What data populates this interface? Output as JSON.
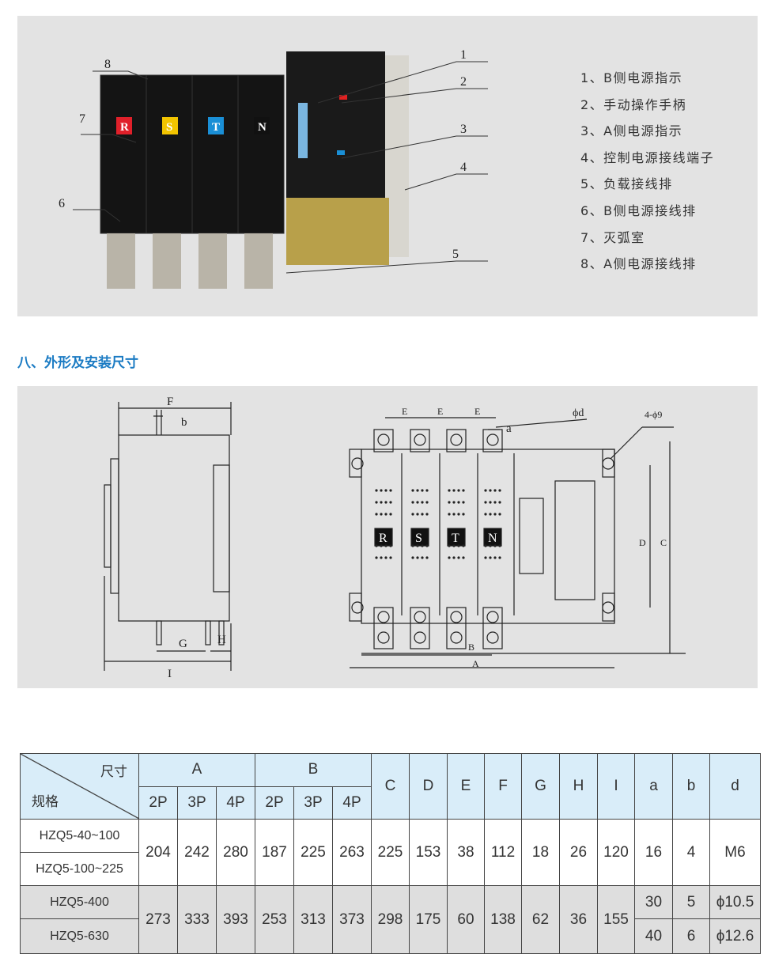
{
  "photo": {
    "callouts": [
      "1",
      "2",
      "3",
      "4",
      "5",
      "6",
      "7",
      "8"
    ],
    "pole_letters": [
      "R",
      "S",
      "T",
      "N"
    ],
    "pole_colors": [
      "#e0202a",
      "#f2c400",
      "#1a8fd6",
      "#111111"
    ]
  },
  "legend": [
    "1、B侧电源指示",
    "2、手动操作手柄",
    "3、A侧电源指示",
    "4、控制电源接线端子",
    "5、负载接线排",
    "6、B侧电源接线排",
    "7、灭弧室",
    "8、A侧电源接线排"
  ],
  "heading": "八、外形及安装尺寸",
  "drawing": {
    "side": {
      "F": "F",
      "b": "b",
      "G": "G",
      "H": "H",
      "I": "I"
    },
    "front": {
      "E": "E",
      "a": "a",
      "phi_d": "ϕd",
      "holes": "4-ϕ9",
      "D": "D",
      "C": "C",
      "B": "B",
      "A": "A",
      "poles": [
        "R",
        "S",
        "T",
        "N"
      ]
    }
  },
  "table": {
    "corner_top": "尺寸",
    "corner_bottom": "规格",
    "group_A": "A",
    "group_B": "B",
    "poles": [
      "2P",
      "3P",
      "4P"
    ],
    "singles": [
      "C",
      "D",
      "E",
      "F",
      "G",
      "H",
      "I",
      "a",
      "b",
      "d"
    ],
    "group1": {
      "models": [
        "HZQ5-40~100",
        "HZQ5-100~225"
      ],
      "values": [
        "204",
        "242",
        "280",
        "187",
        "225",
        "263",
        "225",
        "153",
        "38",
        "112",
        "18",
        "26",
        "120",
        "16",
        "4",
        "M6"
      ]
    },
    "group2": {
      "models": [
        "HZQ5-400",
        "HZQ5-630"
      ],
      "values": [
        "273",
        "333",
        "393",
        "253",
        "313",
        "373",
        "298",
        "175",
        "60",
        "138",
        "62",
        "36",
        "155"
      ],
      "a": [
        "30",
        "40"
      ],
      "b": [
        "5",
        "6"
      ],
      "d": [
        "ϕ10.5",
        "ϕ12.6"
      ]
    }
  }
}
